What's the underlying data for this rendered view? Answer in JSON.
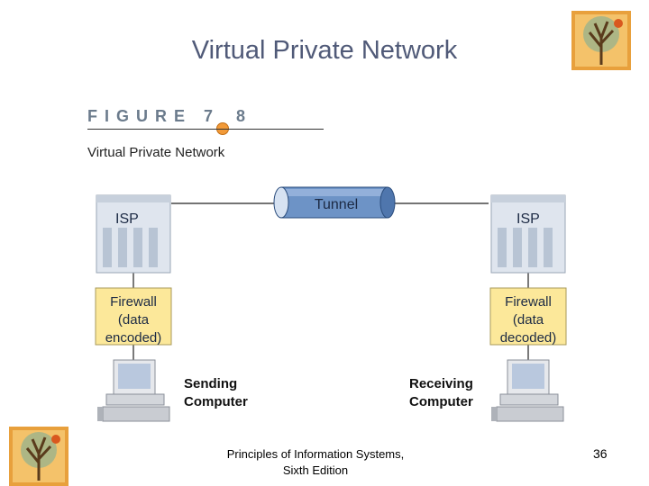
{
  "slide": {
    "title": "Virtual Private Network",
    "footer_line1": "Principles of Information Systems,",
    "footer_line2": "Sixth Edition",
    "page_number": "36"
  },
  "figure": {
    "label_word": "FIGURE 7",
    "label_number": "8",
    "subtitle": "Virtual Private Network",
    "tunnel_label": "Tunnel",
    "left": {
      "isp_label": "ISP",
      "firewall_lines": [
        "Firewall",
        "(data",
        "encoded)"
      ],
      "computer_lines": [
        "Sending",
        "Computer"
      ]
    },
    "right": {
      "isp_label": "ISP",
      "firewall_lines": [
        "Firewall",
        "(data",
        "decoded)"
      ],
      "computer_lines": [
        "Receiving",
        "Computer"
      ]
    }
  },
  "colors": {
    "title": "#505a78",
    "firewall_fill": "#fce89a",
    "tunnel_fill": "#6d93c6",
    "server_fill": "#dfe5ee"
  },
  "icons": [
    "tree-logo-icon",
    "server-rack-icon",
    "desktop-computer-icon",
    "tunnel-pipe-icon"
  ]
}
